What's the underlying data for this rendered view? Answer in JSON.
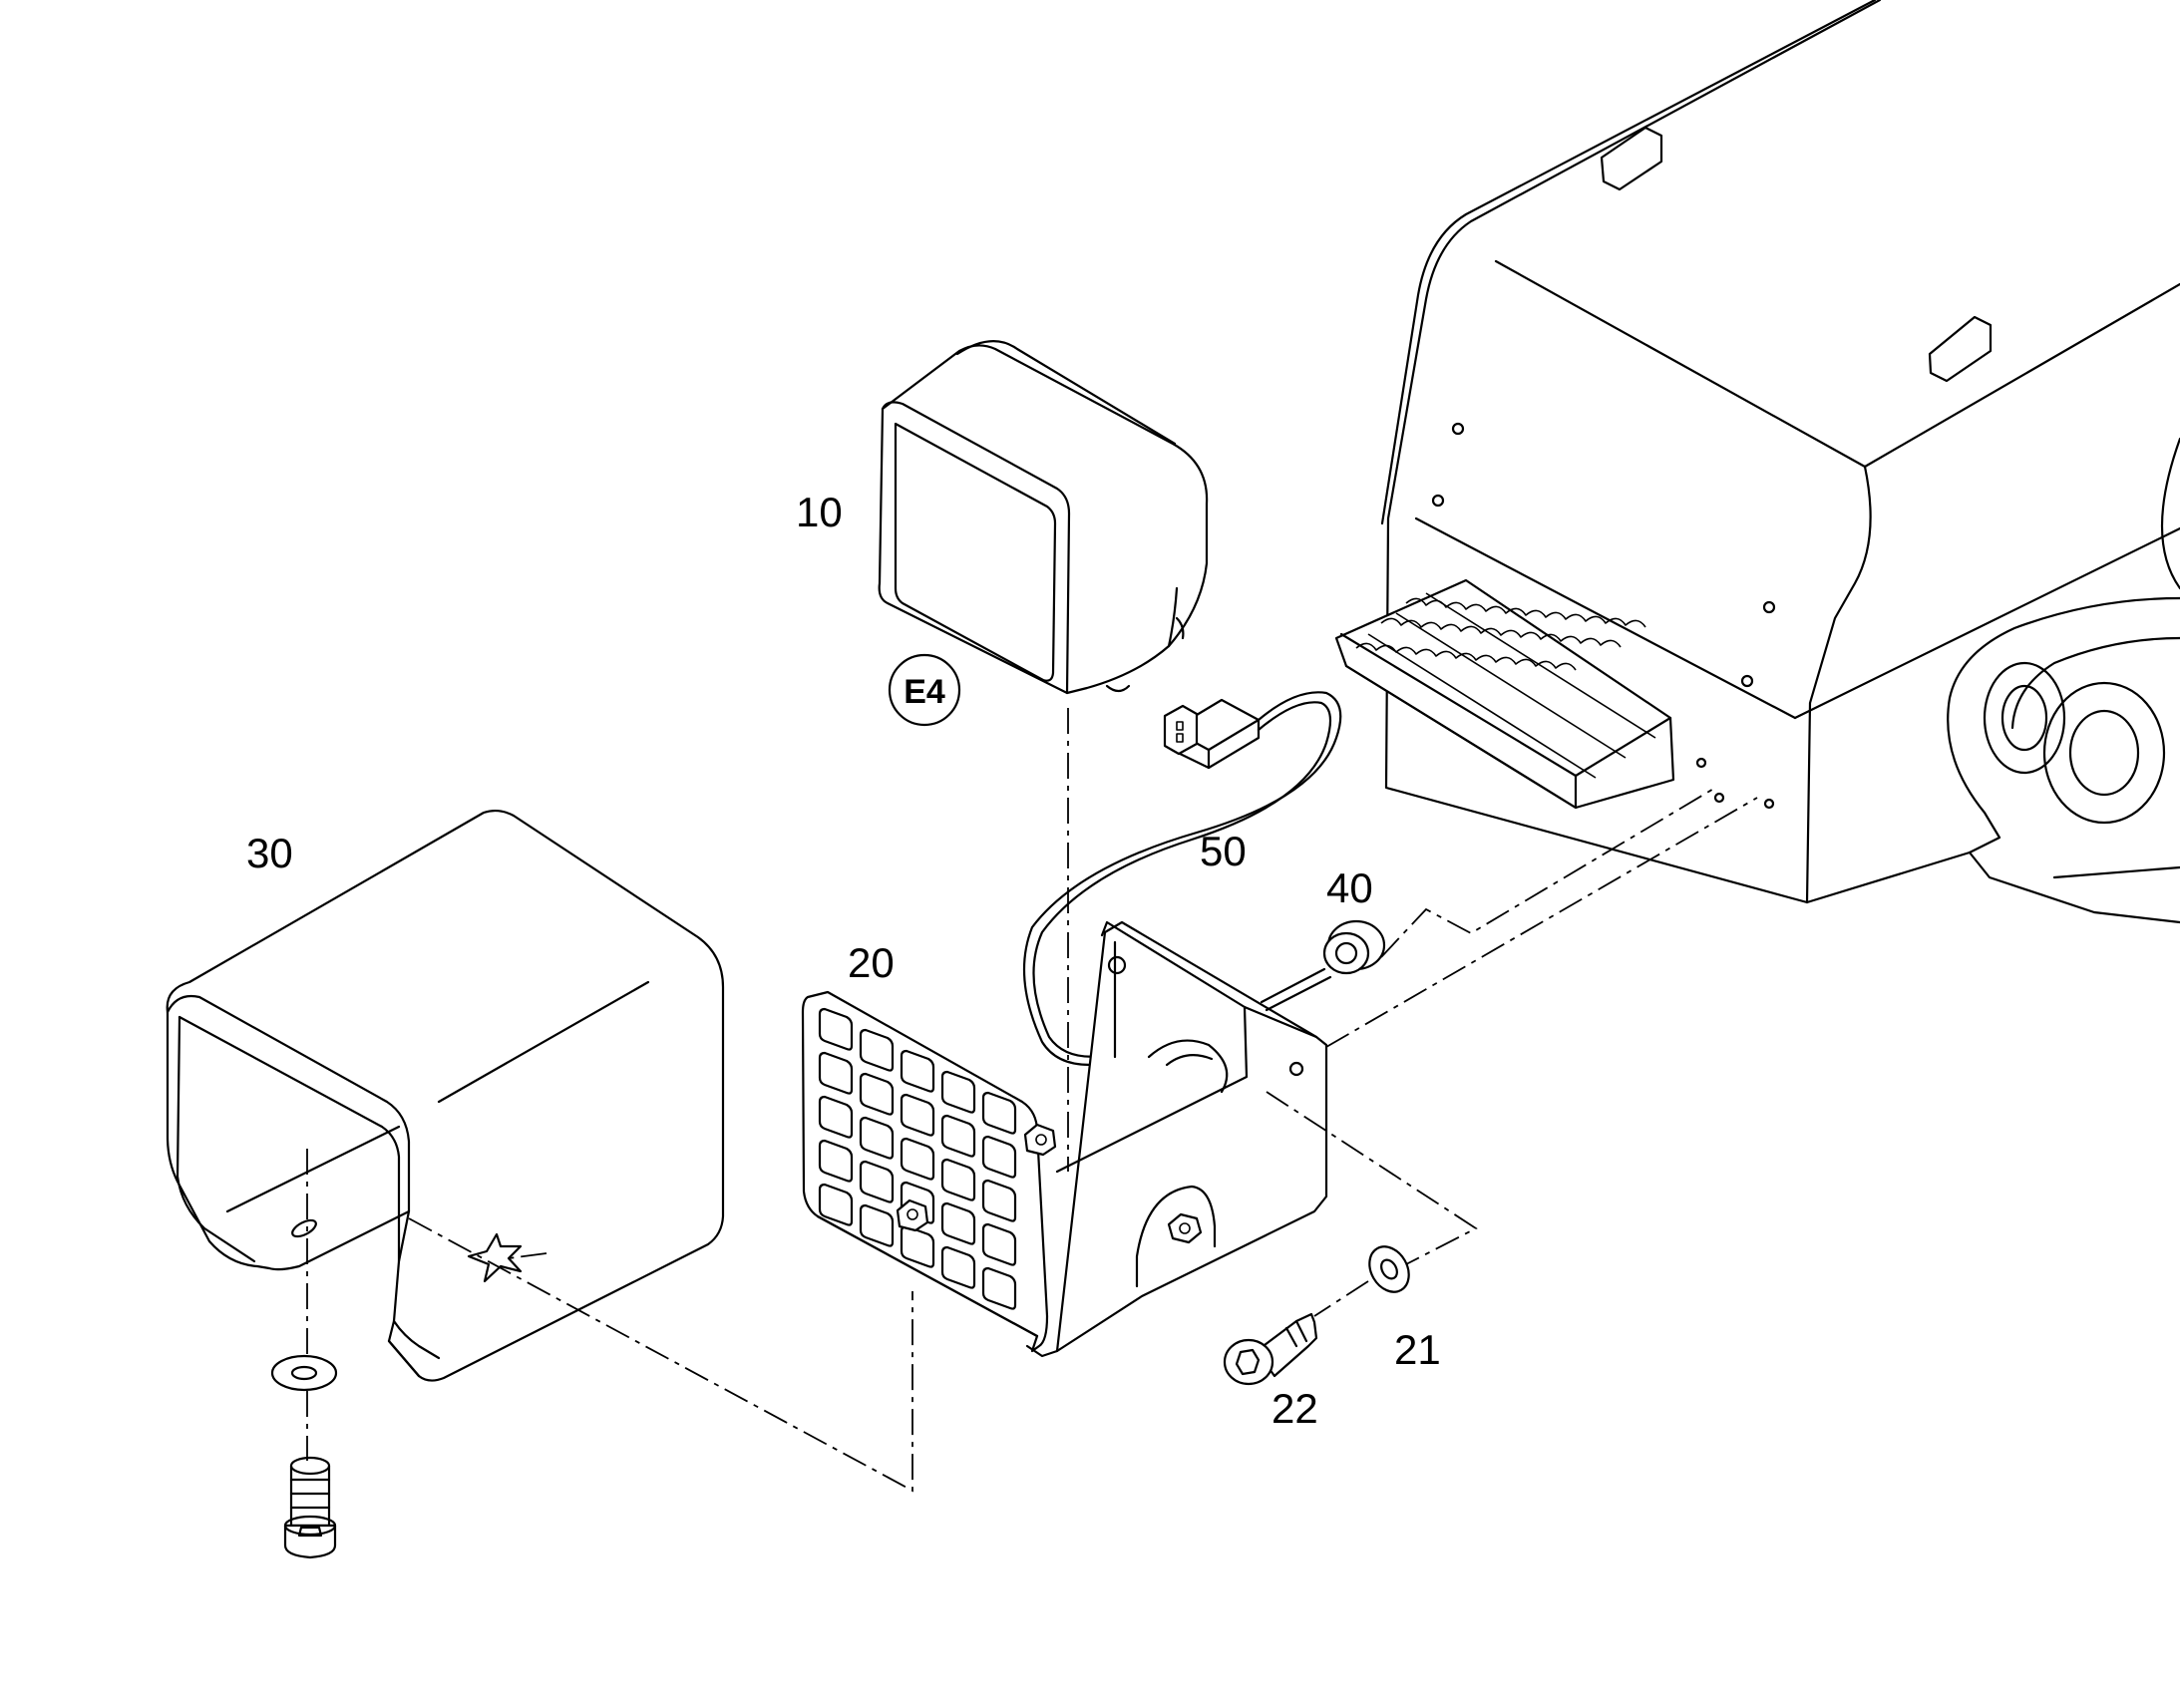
{
  "callouts": {
    "part_10": "10",
    "part_20": "20",
    "part_21": "21",
    "part_22": "22",
    "part_30": "30",
    "part_40": "40",
    "part_50": "50"
  },
  "badge": {
    "label": "E4"
  }
}
